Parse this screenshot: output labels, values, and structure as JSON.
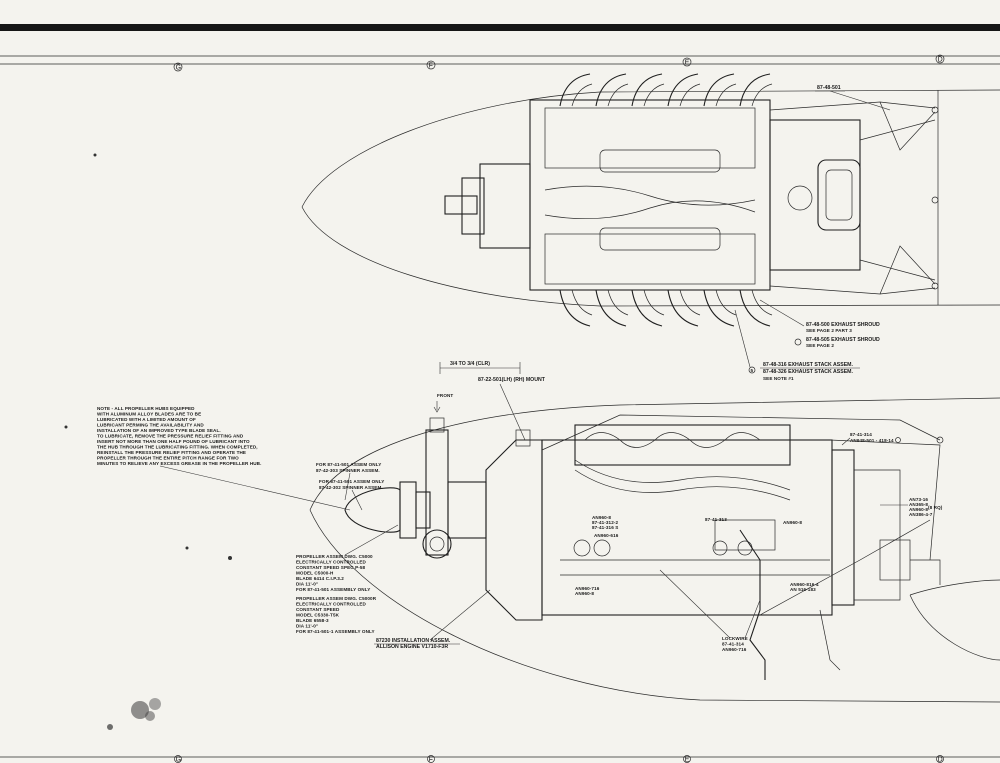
{
  "zones": {
    "top": [
      "G",
      "F",
      "E",
      "D"
    ],
    "bottom": [
      "G",
      "F",
      "E",
      "D"
    ]
  },
  "top_view": {
    "part_number": "87-48-501",
    "shroud_callouts": [
      "87-48-500 EXHAUST SHROUD",
      "SEE PAGE 2 PART 3",
      "87-48-505 EXHAUST SHROUD",
      "SEE PAGE 2"
    ],
    "stack_callouts": [
      "87-48-316 EXHAUST STACK ASSEM.",
      "87-48-326 EXHAUST STACK ASSEM.",
      "SEE NOTE #1"
    ],
    "marker": "5"
  },
  "side_view": {
    "dimension": "3/4 TO 3/4 (CLR)",
    "mount_callout": "87-22-501(LH) (RH) MOUNT",
    "front_label": "FRONT",
    "note_lines": [
      "NOTE - ALL PROPELLER HUBS EQUIPPED",
      "WITH ALUMINUM ALLOY BLADES ARE TO BE",
      "LUBRICATED WITH A LIMITED AMOUNT OF",
      "LUBRICANT PERMING THE AVAILABILITY AND",
      "INSTALLATION OF AN IMPROVED TYPE BLADE SEAL.",
      "TO LUBRICATE, REMOVE THE PRESSURE RELIEF FITTING AND",
      "INSERT NOT MORE THAN ONE HALF POUND OF LUBRICANT INTO",
      "THE HUB THROUGH THE LUBRICATING FITTING. WHEN COMPLETED,",
      "REINSTALL THE PRESSURE RELIEF FITTING AND OPERATE THE",
      "PROPELLER THROUGH THE ENTIRE PITCH RANGE FOR TWO",
      "MINUTES TO RELIEVE ANY EXCESS GREASE IN THE PROPELLER HUB."
    ],
    "spinner_callouts": [
      "FOR 87-41-501 ASSEM ONLY",
      "87-42-303 SPINNER ASSEM.",
      "FOR 87-41-501 ASSEM ONLY",
      "87-42-302 SPINNER ASSEM."
    ],
    "propeller_a": [
      "PROPELLER ASSEM DWG. C5000",
      "ELECTRICALLY CONTROLLED",
      "CONSTANT SPEED SPEC P-58",
      "MODEL C5000-H",
      "BLADE 6414 C.I.P.3.2",
      "DIA 11'-0\"",
      "FOR 87-41-501 ASSEMBLY ONLY"
    ],
    "propeller_b": [
      "PROPELLER ASSEM DWG. C5000R",
      "ELECTRICALLY CONTROLLED",
      "CONSTANT SPEED",
      "MODEL C5330-T5K",
      "BLADE 6558-3",
      "DIA 11'-0\"",
      "FOR 87-41-501-1 ASSEMBLY ONLY"
    ],
    "installation": [
      "87230 INSTALLATION ASSEM.",
      "ALLISON ENGINE V1710-F3R"
    ],
    "lockwire": [
      "LOCKWIRE",
      "87-41-314",
      "AN960-716"
    ],
    "right_callouts": [
      "87-41-314",
      "AN948-501 - 418-14"
    ],
    "far_right": [
      "AN73-16",
      "AN365-8",
      "AN960-8",
      "AN386-4-7",
      "(8 RQ)"
    ],
    "small_tags": [
      "AN960-8",
      "87-41-312-2",
      "87-41-316 S",
      "AN960-616",
      "AN960-716",
      "AN960-8",
      "87-41-313",
      "AN960-8",
      "AN960-816-4",
      "AN 516-183"
    ]
  }
}
